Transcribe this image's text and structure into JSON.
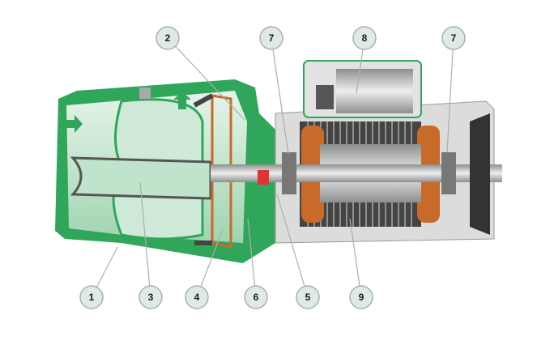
{
  "title": "Self-priming jet pump cross-section",
  "colors": {
    "body": "#2fa65a",
    "body_light": "#cfe9d8",
    "metal": "#b9bcbc",
    "copper": "#c76a2a",
    "callout_fill": "#dfeae4",
    "callout_stroke": "#a9b0ad"
  },
  "callouts": [
    {
      "label": "2"
    },
    {
      "label": "7"
    },
    {
      "label": "8"
    },
    {
      "label": "7"
    },
    {
      "label": "1"
    },
    {
      "label": "3"
    },
    {
      "label": "4"
    },
    {
      "label": "6"
    },
    {
      "label": "5"
    },
    {
      "label": "9"
    }
  ]
}
